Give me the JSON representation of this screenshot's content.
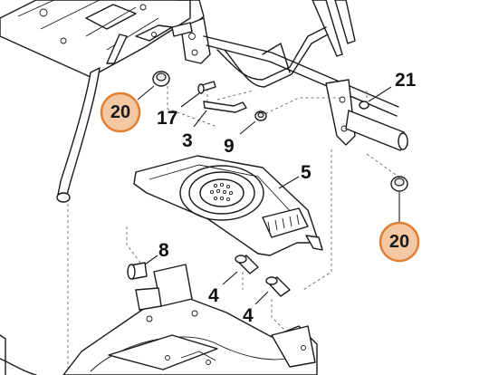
{
  "callouts": {
    "part_20_upper": "20",
    "part_17": "17",
    "part_3": "3",
    "part_9": "9",
    "part_21": "21",
    "part_5": "5",
    "part_20_right": "20",
    "part_8": "8",
    "part_4_upper": "4",
    "part_4_lower": "4"
  },
  "colors": {
    "badge_fill": "#f5c8a4",
    "badge_stroke": "#e07f33",
    "line": "#1a1a1a"
  }
}
